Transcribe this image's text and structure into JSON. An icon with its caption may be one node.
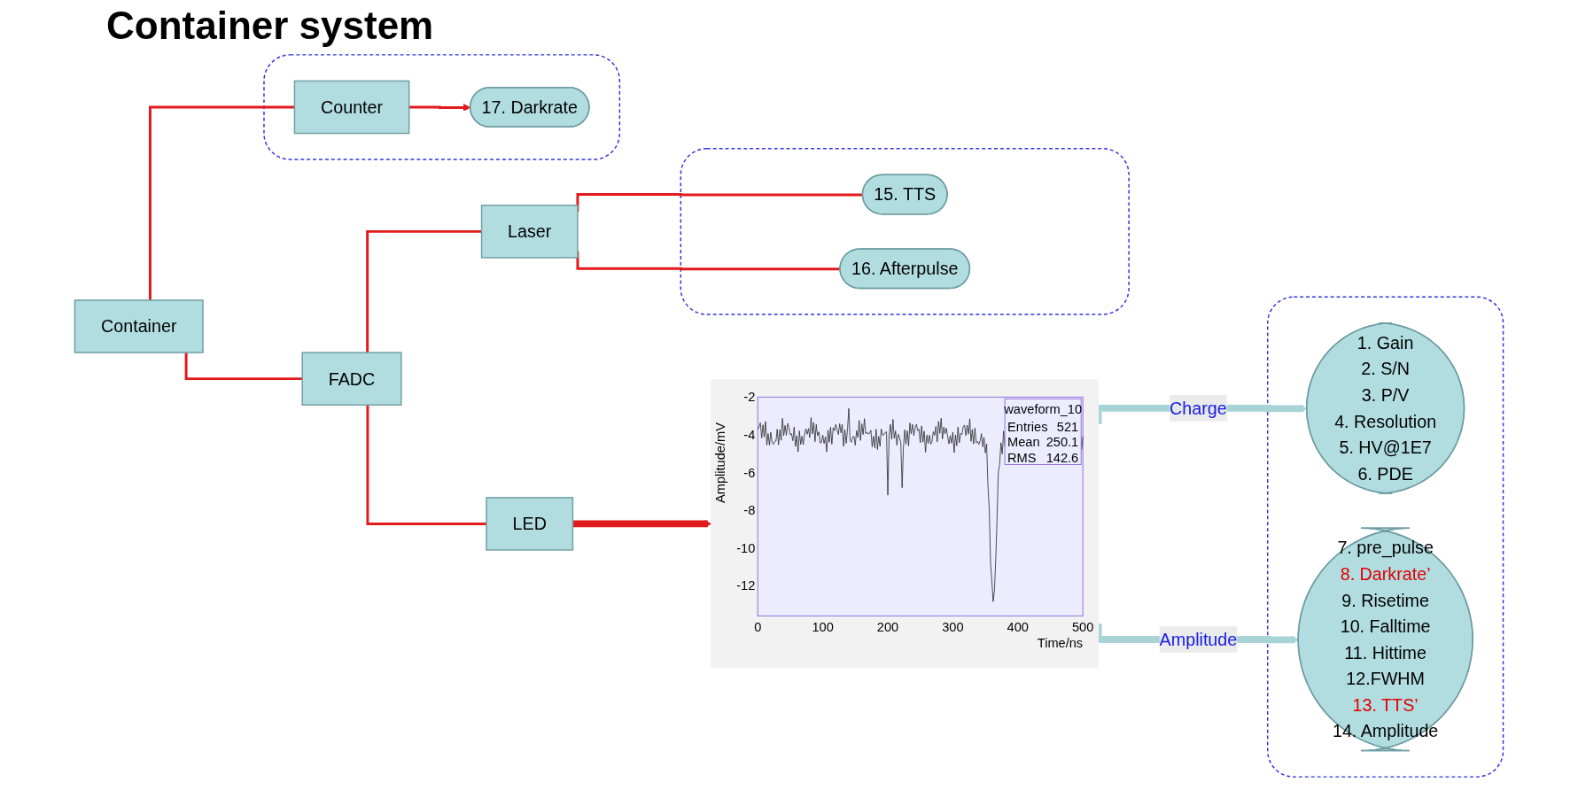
{
  "diagram": {
    "title": "Container system",
    "nodes": [
      {
        "text": [
          "Container"
        ]
      },
      {
        "text": [
          "FADC"
        ]
      },
      {
        "text": [
          "Laser"
        ]
      },
      {
        "text": [],
        "shape": "box"
      },
      {
        "text": [
          "15. TTS"
        ],
        "in": 3
      },
      {
        "text": [
          "16. Afterpulse"
        ],
        "in": 3
      },
      {
        "text": [
          "LED"
        ]
      },
      {
        "text": [],
        "shape": "picture"
      },
      {
        "text": [],
        "shape": "box"
      },
      {
        "text": [
          "1. Gain",
          "2. S/N",
          "3. P/V",
          "4. Resolution",
          "5. HV@1E7",
          "6. PDE"
        ],
        "in": 8
      },
      {
        "text": [
          "7. pre_pulse",
          "8. Darkrate’",
          "9. Risetime",
          "10. Falltime",
          "11. Hittime",
          "12.FWHM",
          "13. TTS’",
          "14. Amplitude"
        ],
        "in": 8
      },
      {
        "text": [],
        "shape": "box"
      },
      {
        "text": [
          "Counter"
        ],
        "in": 11
      },
      {
        "text": [
          "17. Darkrate"
        ],
        "in": 11
      }
    ],
    "edges": [
      {
        "from": 0,
        "to": 1,
        "arrow": "none"
      },
      {
        "from": 0,
        "to": 12,
        "arrow": "none"
      },
      {
        "from": 1,
        "to": 2,
        "arrow": "none"
      },
      {
        "from": 1,
        "to": 6,
        "arrow": "none"
      },
      {
        "from": 2,
        "to": 4,
        "arrow": "none"
      },
      {
        "from": 2,
        "to": 5,
        "arrow": "none"
      },
      {
        "from": 12,
        "to": 13,
        "arrow": "to"
      },
      {
        "from": 6,
        "to": 7,
        "arrow": "to",
        "style": "thick"
      },
      {
        "from": 7,
        "to": 9,
        "arrow": "to",
        "label": "Charge",
        "style": "thick",
        "color": "#a8d4d8"
      },
      {
        "from": 7,
        "to": 10,
        "arrow": "to",
        "label": "Amplitude",
        "style": "thick",
        "color": "#a8d4d8"
      }
    ],
    "labels": [
      "waveform_10",
      "Entries",
      "521",
      "Mean",
      "250.1",
      "RMS",
      "142.6",
      "Amplitude/mV",
      "-2",
      "-4",
      "-6",
      "-8",
      "-10",
      "-12",
      "0",
      "100",
      "200",
      "300",
      "400",
      "500",
      "Time/ns"
    ]
  }
}
